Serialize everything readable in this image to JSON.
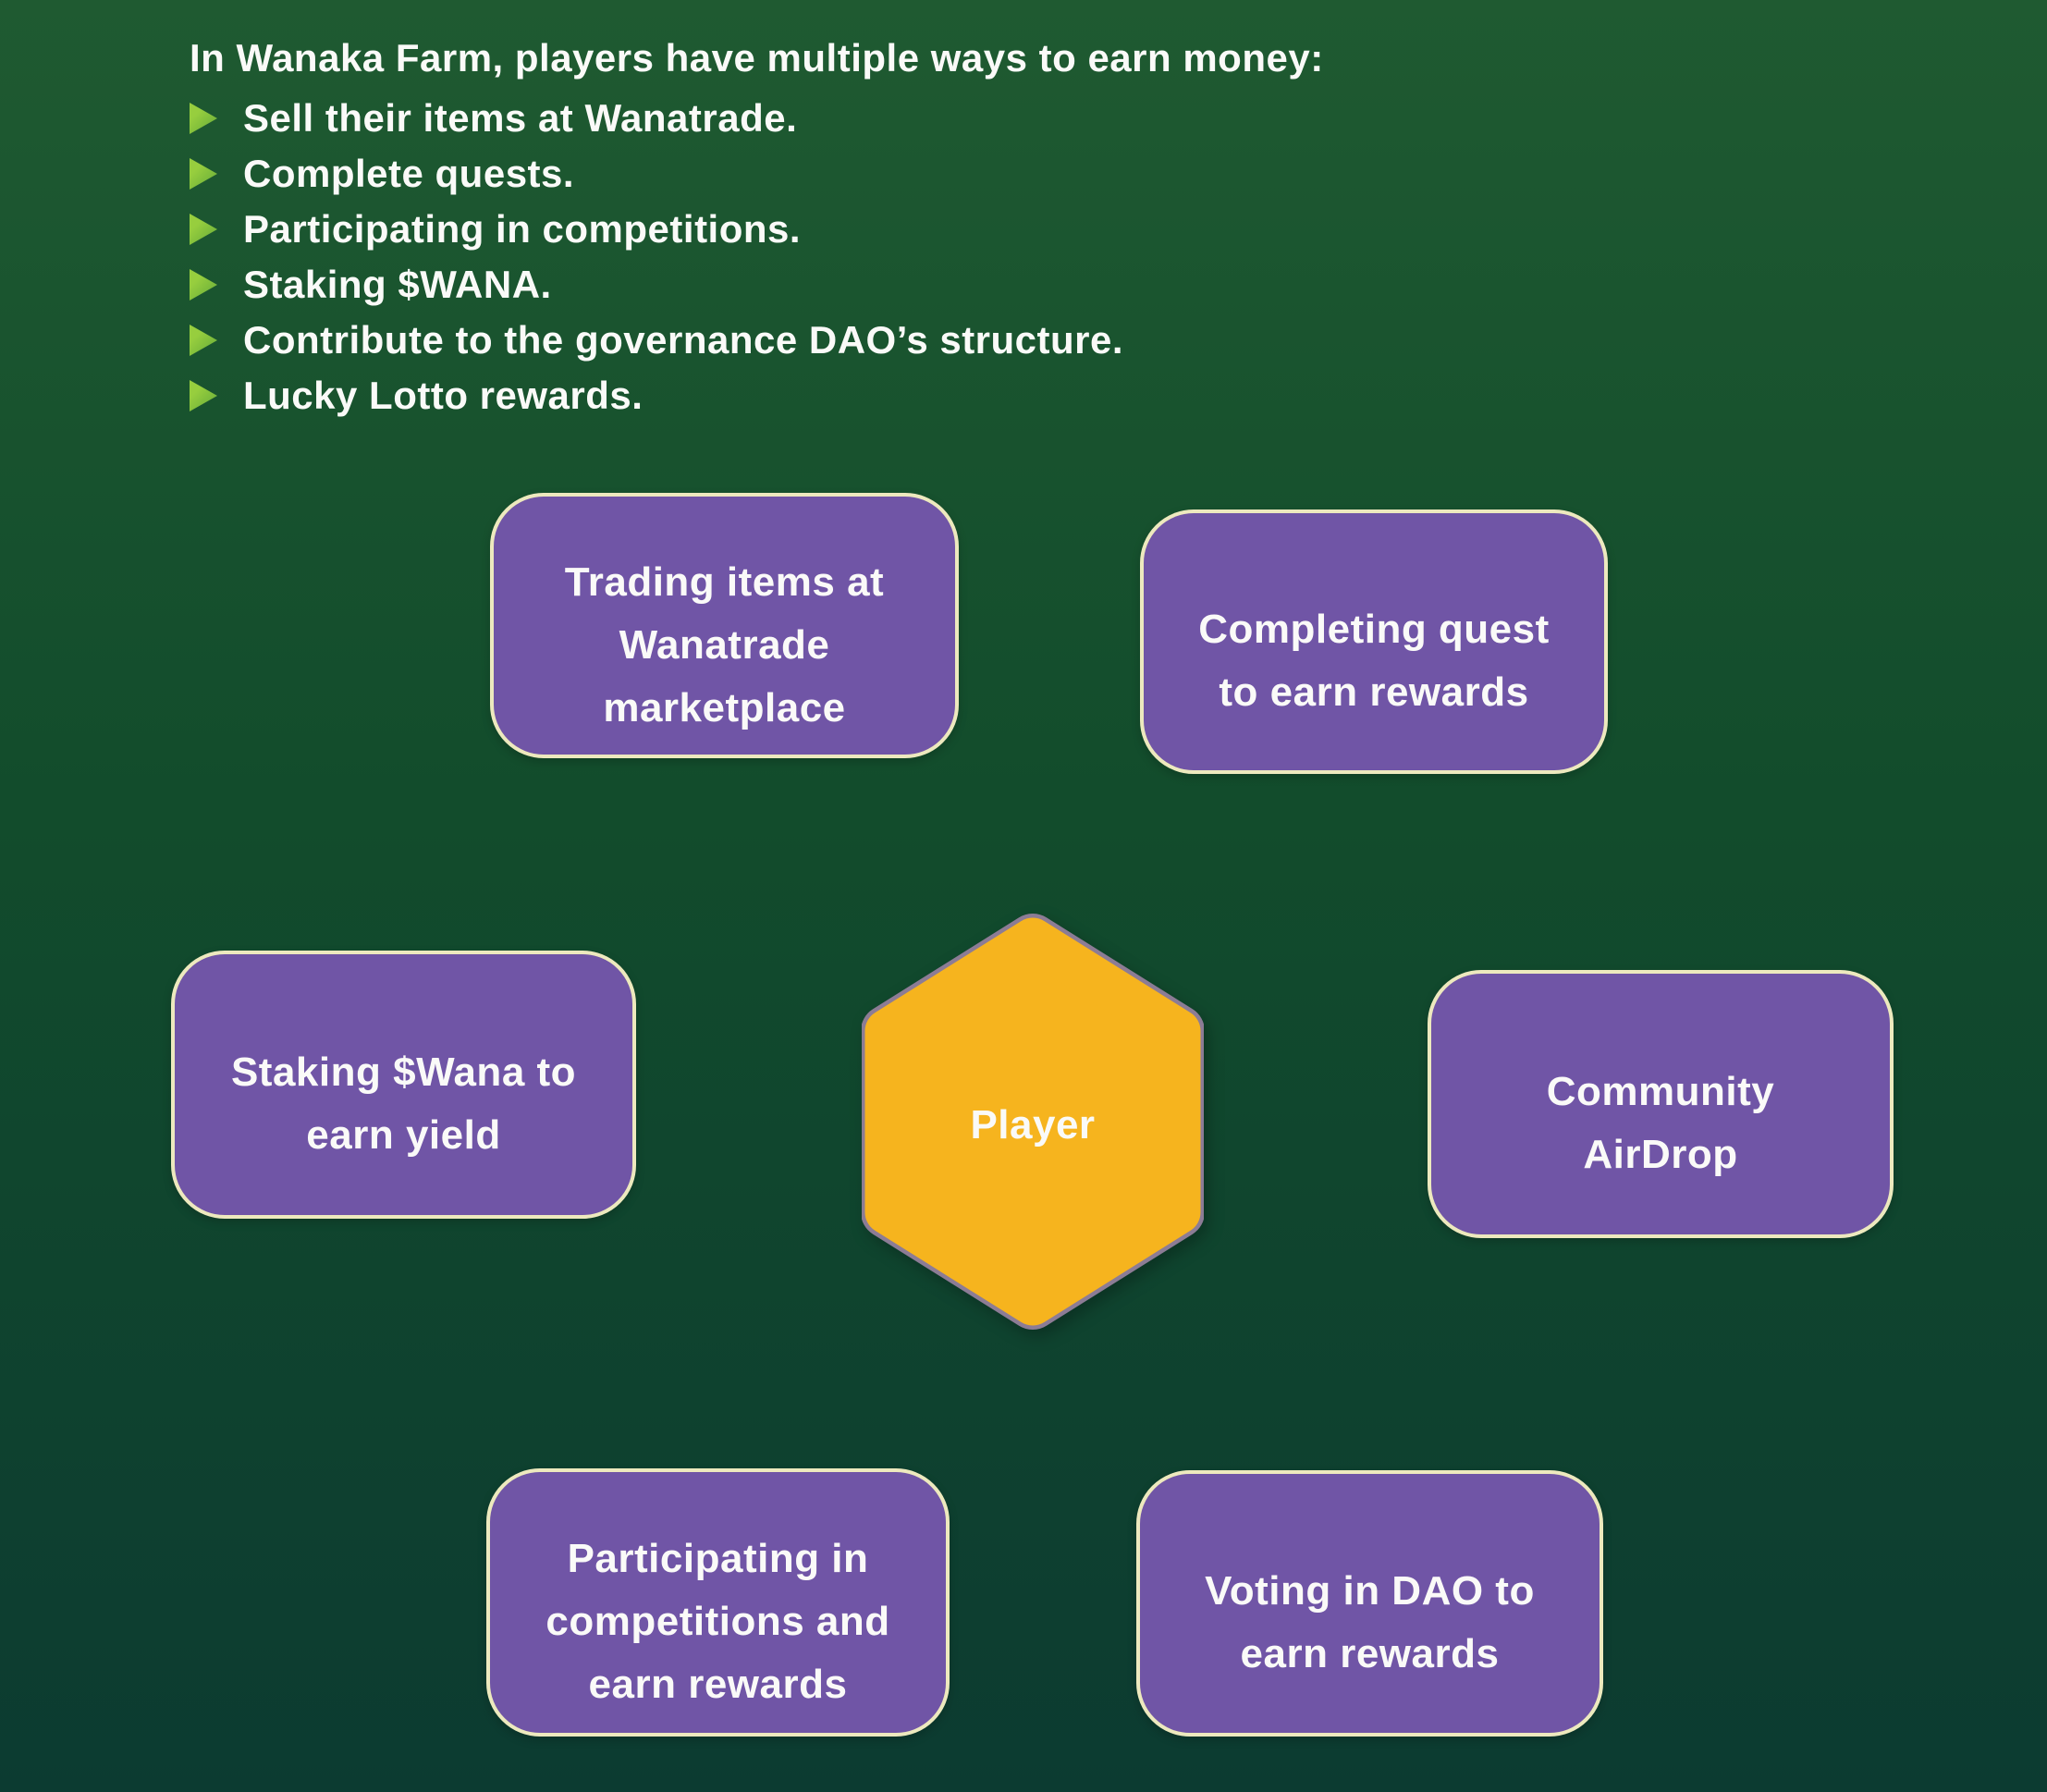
{
  "theme": {
    "bg-top": "#1f5a31",
    "bg-mid": "#124c2c",
    "bg-bottom": "#0c3b31",
    "node-fill": "#7055a6",
    "node-border": "#ede9be",
    "hex-fill": "#f6b41e",
    "hex-border": "#8c7c95",
    "arrow-light": "#97ce3e",
    "arrow-dark": "#62a939",
    "text-color": "#fafaf8"
  },
  "intro": {
    "title": "In Wanaka Farm, players have multiple ways to earn money:",
    "bullets": [
      "Sell their items at Wanatrade.",
      "Complete quests.",
      "Participating in competitions.",
      "Staking $WANA.",
      "Contribute to the governance DAO’s structure.",
      "Lucky Lotto rewards."
    ]
  },
  "diagram": {
    "center": {
      "label": "Player"
    },
    "nodes": [
      {
        "label": "Trading items at Wanatrade marketplace"
      },
      {
        "label": "Completing quest to earn rewards"
      },
      {
        "label": "Staking $Wana to earn yield"
      },
      {
        "label": "Community AirDrop"
      },
      {
        "label": "Participating in competitions and earn rewards"
      },
      {
        "label": "Voting in DAO to earn rewards"
      }
    ]
  }
}
